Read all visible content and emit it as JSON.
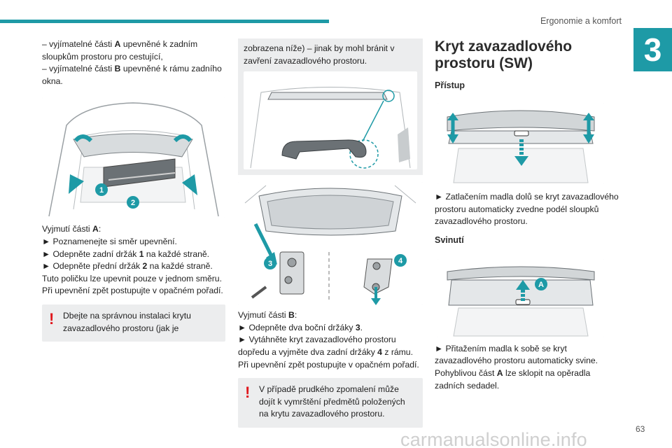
{
  "header": {
    "section_title": "Ergonomie a komfort",
    "chapter_number": "3",
    "accent_color": "#1e9aa6"
  },
  "col1": {
    "intro_line1": "– vyjímatelné části A upevněné k zadním sloupkům prostoru pro cestující,",
    "intro_line2": "– vyjímatelné části B upevněné k rámu zadního okna.",
    "fig1_callouts": [
      "1",
      "2"
    ],
    "removal_title": "Vyjmutí části A:",
    "steps": [
      "► Poznamenejte si směr upevnění.",
      "► Odepněte zadní držák 1 na každé straně.",
      "► Odepněte přední držák 2 na každé straně."
    ],
    "note": "Tuto poličku lze upevnit pouze v jednom směru. Při upevnění zpět postupujte v opačném pořadí.",
    "warning": "Dbejte na správnou instalaci krytu zavazadlového prostoru (jak je"
  },
  "col2": {
    "continued": "zobrazena níže) – jinak by mohl bránit v zavření zavazadlového prostoru.",
    "fig3_callouts": [
      "3",
      "4"
    ],
    "removal_title": "Vyjmutí části B:",
    "steps": [
      "► Odepněte dva boční držáky 3.",
      "► Vytáhněte kryt zavazadlového prostoru dopředu a vyjměte dva zadní držáky 4 z rámu."
    ],
    "note": "Při upevnění zpět postupujte v opačném pořadí.",
    "warning": "V případě prudkého zpomalení může dojít k vymrštění předmětů položených na krytu zavazadlového prostoru."
  },
  "col3": {
    "title": "Kryt zavazadlového prostoru (SW)",
    "access_heading": "Přístup",
    "access_text": "► Zatlačením madla dolů se kryt zavazadlového prostoru automaticky zvedne podél sloupků zavazadlového prostoru.",
    "roll_heading": "Svinutí",
    "fig_callout": "A",
    "roll_text1": "► Přitažením madla k sobě se kryt zavazadlového prostoru automaticky svine.",
    "roll_text2": "Pohyblivou část A lze sklopit na opěradla zadních sedadel."
  },
  "footer": {
    "page_number": "63",
    "watermark": "carmanualsonline.info"
  }
}
